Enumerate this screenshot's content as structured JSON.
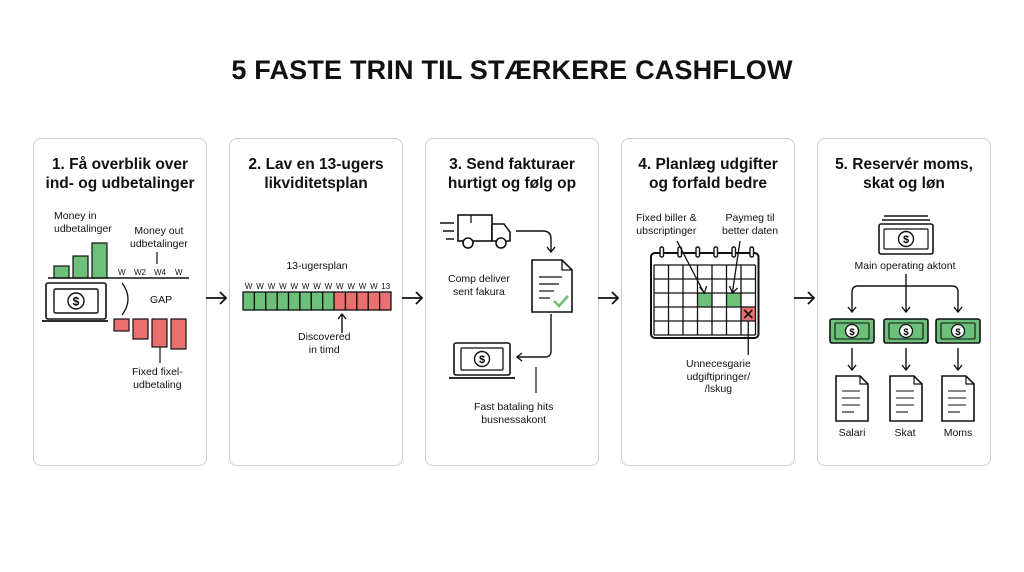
{
  "title": "5 FASTE TRIN TIL STÆRKERE CASHFLOW",
  "colors": {
    "green": "#6cc07a",
    "red": "#e9706f",
    "ink": "#111111",
    "border": "#cfcfcf"
  },
  "steps": [
    {
      "title_line1": "1. Få overblik over",
      "title_line2": "ind- og udbetalinger",
      "money_in_line1": "Money in",
      "money_in_line2": "udbetalinger",
      "money_out_line1": "Money out",
      "money_out_line2": "udbetalinger",
      "weeks": [
        "W",
        "W2",
        "W4",
        "W"
      ],
      "gap": "GAP",
      "fixed_line1": "Fixed fixel-",
      "fixed_line2": "udbetaling",
      "icon": "banknote-icon"
    },
    {
      "title_line1": "2. Lav en 13-ugers",
      "title_line2": "likviditetsplan",
      "plan_label": "13-ugersplan",
      "week_ticks": [
        "W",
        "W",
        "W",
        "W",
        "W",
        "W",
        "W",
        "W",
        "W",
        "W",
        "W",
        "W",
        "13"
      ],
      "green_weeks": 8,
      "red_weeks": 5,
      "discovered_line1": "Discovered",
      "discovered_line2": "in timd"
    },
    {
      "title_line1": "3. Send fakturaer",
      "title_line2": "hurtigt og følg op",
      "comp_line1": "Comp deliver",
      "comp_line2": "sent fakura",
      "fast_line1": "Fast bataling hits",
      "fast_line2": "busnessakont",
      "icons": [
        "delivery-truck-icon",
        "invoice-check-icon",
        "laptop-payment-icon"
      ]
    },
    {
      "title_line1": "4. Planlæg udgifter",
      "title_line2": "og forfald bedre",
      "fixed_line1": "Fixed biller &",
      "fixed_line2": "ubscriptinger",
      "paymeg_line1": "Paymeg til",
      "paymeg_line2": "better daten",
      "unnec_line1": "Unnecesgarie",
      "unnec_line2": "udgiftipringer/",
      "unnec_line3": "/lskug",
      "icon": "calendar-icon"
    },
    {
      "title_line1": "5. Reservér moms,",
      "title_line2": "skat og løn",
      "main_account": "Main operating aktont",
      "accounts": [
        "Salari",
        "Skat",
        "Moms"
      ],
      "icons": [
        "banknote-icon",
        "document-icon"
      ]
    }
  ]
}
